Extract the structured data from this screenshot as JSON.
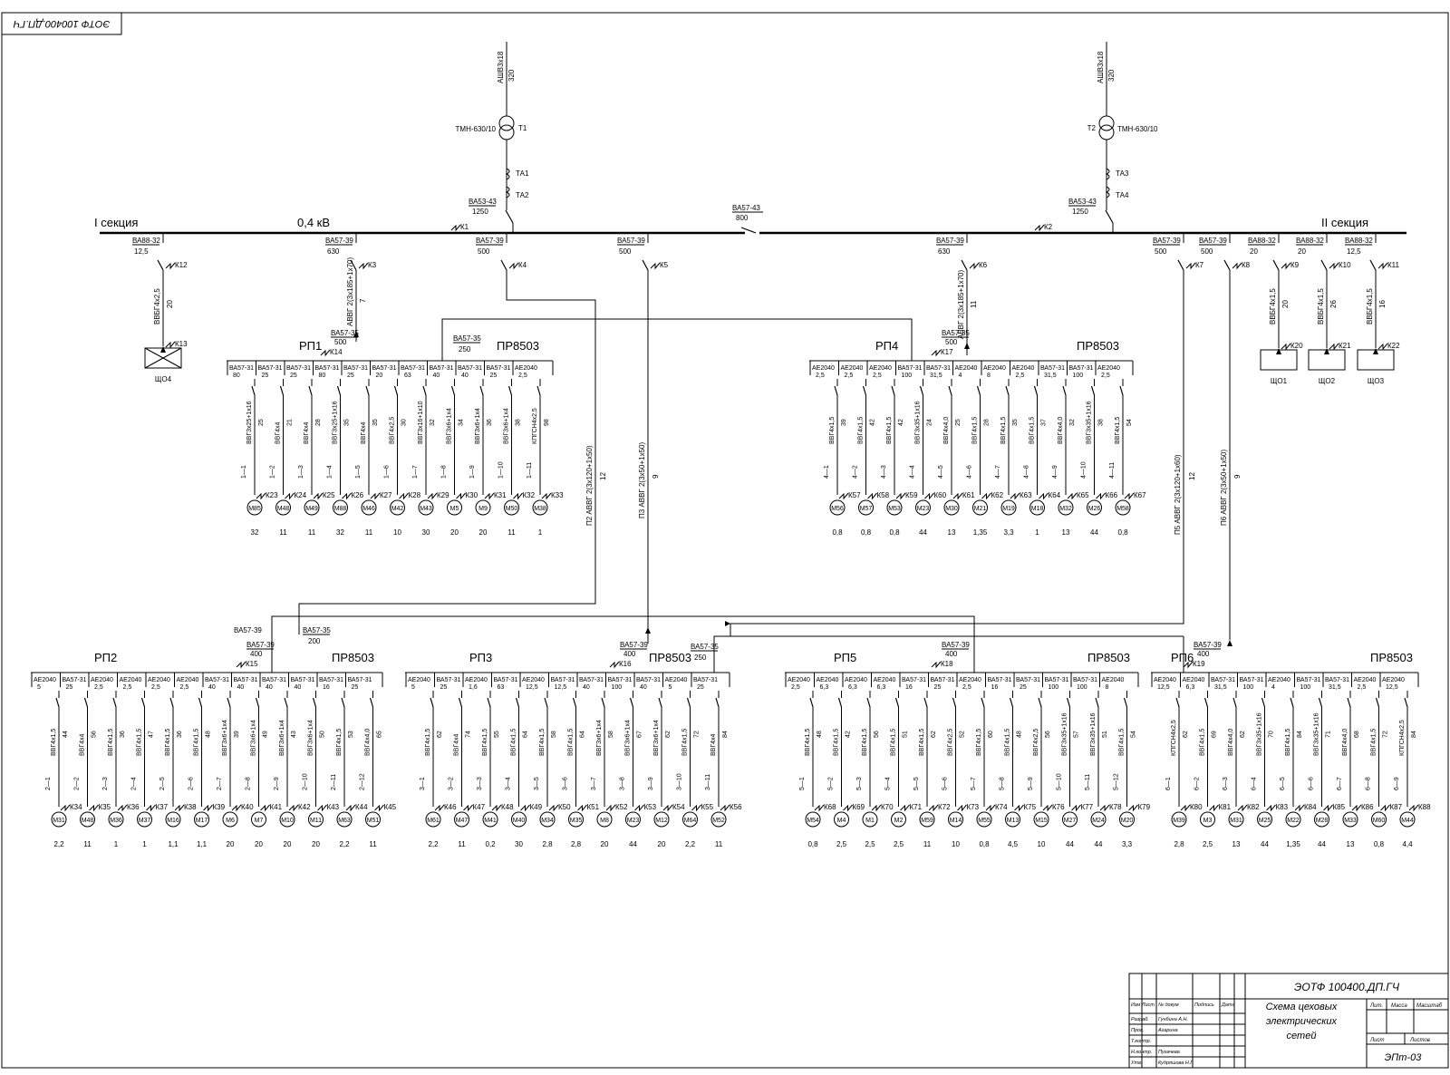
{
  "stamp": "ЭОТФ 100400.ДП.ГЧ",
  "buses": {
    "section1": "I  секция",
    "voltage": "0,4  кВ",
    "section2": "II  секция"
  },
  "inputs": [
    {
      "cable": "АШВ3х18",
      "length": "320",
      "transformer": "Т1",
      "transformer_type": "ТМН-630/10",
      "ct_a": "ТА1",
      "ct_b": "ТА2",
      "breaker": "ВА53-43",
      "rating": "1250",
      "fault": "К1"
    },
    {
      "cable": "АШВ3х18",
      "length": "320",
      "transformer": "Т2",
      "transformer_type": "ТМН-630/10",
      "ct_a": "ТА3",
      "ct_b": "ТА4",
      "breaker": "ВА53-43",
      "rating": "1250",
      "fault": "К2"
    }
  ],
  "sectional": {
    "breaker": "ВА57-43",
    "rating": "800"
  },
  "feeders": [
    {
      "breaker": "ВА88-32",
      "rating": "12,5",
      "fault": "К12",
      "cable": "ВВБГ4х2,5",
      "length": "20",
      "fault2": "К13",
      "load": "ЩО4"
    },
    {
      "breaker": "ВА57-39",
      "rating": "630",
      "fault": "К3",
      "cable": "АВВГ 2(3х185+1х70)",
      "length": "7"
    },
    {
      "breaker": "ВА57-39",
      "rating": "500",
      "fault": "К4"
    },
    {
      "breaker": "ВА57-39",
      "rating": "500",
      "fault": "К5",
      "cable": "П3  АВВГ 2(3х50+1х50)",
      "length": "9"
    },
    {
      "breaker": "ВА57-39",
      "rating": "630",
      "fault": "К6",
      "cable": "АВВГ 2(3х185+1х70)",
      "length": "11"
    },
    {
      "breaker": "ВА57-39",
      "rating": "500",
      "fault": "К7",
      "cable": "П5  АВВГ 2(3х120+1х60)",
      "length": "12"
    },
    {
      "breaker": "ВА57-39",
      "rating": "500",
      "fault": "К8",
      "cable": "П6  АВВГ 2(3х50+1х50)",
      "length": "9"
    },
    {
      "breaker": "ВА88-32",
      "rating": "20",
      "fault": "К9",
      "cable": "ВВБГ4х1,5",
      "length": "20",
      "fault2": "К20",
      "load": "ЩО1"
    },
    {
      "breaker": "ВА88-32",
      "rating": "20",
      "fault": "К10",
      "cable": "ВВБГ4х1,5",
      "length": "26",
      "fault2": "К21",
      "load": "ЩО2"
    },
    {
      "breaker": "ВА88-32",
      "rating": "12,5",
      "fault": "К11",
      "cable": "ВВБГ4х1,5",
      "length": "16",
      "fault2": "К22",
      "load": "ЩО3"
    }
  ],
  "cable_p2": {
    "label": "П2  АВВГ 2(3х120+1х50)",
    "length": "12"
  },
  "panels": [
    {
      "name": "РП1",
      "type": "ПР8503",
      "in_breaker": "ВА57-35",
      "in_rating": "500",
      "fault": "К14",
      "aux_breaker": "ВА57-35",
      "aux_rating": "250",
      "branches": [
        {
          "br": "ВА57-31",
          "a": "80",
          "cable": "ВВГ3х25+1х16",
          "len": "25",
          "line": "1—1",
          "k": "К23",
          "m": "М85",
          "p": "32"
        },
        {
          "br": "ВА57-31",
          "a": "25",
          "cable": "ВВГ4х4",
          "len": "21",
          "line": "1—2",
          "k": "К24",
          "m": "М48",
          "p": "11"
        },
        {
          "br": "ВА57-31",
          "a": "25",
          "cable": "ВВГ4х4",
          "len": "28",
          "line": "1—3",
          "k": "К25",
          "m": "М49",
          "p": "11"
        },
        {
          "br": "ВА57-31",
          "a": "80",
          "cable": "ВВГ3х25+1х16",
          "len": "35",
          "line": "1—4",
          "k": "К26",
          "m": "М88",
          "p": "32"
        },
        {
          "br": "ВА57-31",
          "a": "25",
          "cable": "ВВГ4х4",
          "len": "35",
          "line": "1—5",
          "k": "К27",
          "m": "М46",
          "p": "11"
        },
        {
          "br": "ВА57-31",
          "a": "20",
          "cable": "ВВГ4х2,5",
          "len": "30",
          "line": "1—6",
          "k": "К28",
          "m": "М42",
          "p": "10"
        },
        {
          "br": "ВА57-31",
          "a": "63",
          "cable": "ВВГ3х16+1х10",
          "len": "32",
          "line": "1—7",
          "k": "К29",
          "m": "М43",
          "p": "30"
        },
        {
          "br": "ВА57-31",
          "a": "40",
          "cable": "ВВГ3х6+1х4",
          "len": "34",
          "line": "1—8",
          "k": "К30",
          "m": "М5",
          "p": "20"
        },
        {
          "br": "ВА57-31",
          "a": "40",
          "cable": "ВВГ3х6+1х4",
          "len": "36",
          "line": "1—9",
          "k": "К31",
          "m": "М9",
          "p": "20"
        },
        {
          "br": "ВА57-31",
          "a": "25",
          "cable": "ВВГ3х6+1х4",
          "len": "38",
          "line": "1—10",
          "k": "К32",
          "m": "М50",
          "p": "11"
        },
        {
          "br": "АЕ2040",
          "a": "2,5",
          "cable": "КПГСН4х2,5",
          "len": "98",
          "line": "1—11",
          "k": "К33",
          "m": "М38",
          "p": "1"
        }
      ]
    },
    {
      "name": "РП4",
      "type": "ПР8503",
      "in_breaker": "ВА57-35",
      "in_rating": "500",
      "fault": "К17",
      "branches": [
        {
          "br": "АЕ2040",
          "a": "2,5",
          "cable": "ВВГ4х1,5",
          "len": "39",
          "line": "4—1",
          "k": "К57",
          "m": "М56",
          "p": "0,8"
        },
        {
          "br": "АЕ2040",
          "a": "2,5",
          "cable": "ВВГ4х1,5",
          "len": "42",
          "line": "4—2",
          "k": "К58",
          "m": "М57",
          "p": "0,8"
        },
        {
          "br": "АЕ2040",
          "a": "2,5",
          "cable": "ВВГ4х1,5",
          "len": "42",
          "line": "4—3",
          "k": "К59",
          "m": "М53",
          "p": "0,8"
        },
        {
          "br": "ВА57-31",
          "a": "100",
          "cable": "ВВГ3х35+1х16",
          "len": "24",
          "line": "4—4",
          "k": "К60",
          "m": "М23",
          "p": "44"
        },
        {
          "br": "ВА57-31",
          "a": "31,5",
          "cable": "ВВГ4х4,0",
          "len": "25",
          "line": "4—5",
          "k": "К61",
          "m": "М30",
          "p": "13"
        },
        {
          "br": "АЕ2040",
          "a": "4",
          "cable": "ВВГ4х1,5",
          "len": "28",
          "line": "4—6",
          "k": "К62",
          "m": "М21",
          "p": "1,35"
        },
        {
          "br": "АЕ2040",
          "a": "8",
          "cable": "ВВГ4х1,5",
          "len": "35",
          "line": "4—7",
          "k": "К63",
          "m": "М19",
          "p": "3,3"
        },
        {
          "br": "АЕ2040",
          "a": "2,5",
          "cable": "ВВГ4х1,5",
          "len": "37",
          "line": "4—8",
          "k": "К64",
          "m": "М18",
          "p": "1"
        },
        {
          "br": "ВА57-31",
          "a": "31,5",
          "cable": "ВВГ4х4,0",
          "len": "32",
          "line": "4—9",
          "k": "К65",
          "m": "М32",
          "p": "13"
        },
        {
          "br": "ВА57-31",
          "a": "100",
          "cable": "ВВГ3х35+1х16",
          "len": "38",
          "line": "4—10",
          "k": "К66",
          "m": "М26",
          "p": "44"
        },
        {
          "br": "АЕ2040",
          "a": "2,5",
          "cable": "ВВГ4х1,5",
          "len": "54",
          "line": "4—11",
          "k": "К67",
          "m": "М58",
          "p": "0,8"
        }
      ]
    },
    {
      "name": "РП2",
      "type": "ПР8503",
      "in_breaker": "ВА57-39",
      "in_rating": "400",
      "fault": "К15",
      "aux_breaker": "ВА57-35",
      "aux_rating": "200",
      "branches": [
        {
          "br": "АЕ2040",
          "a": "5",
          "cable": "ВВГ4х1,5",
          "len": "44",
          "line": "2—1",
          "k": "К34",
          "m": "М31",
          "p": "2,2"
        },
        {
          "br": "ВА57-31",
          "a": "25",
          "cable": "ВВГ4х4",
          "len": "56",
          "line": "2—2",
          "k": "К35",
          "m": "М48",
          "p": "11"
        },
        {
          "br": "АЕ2040",
          "a": "2,5",
          "cable": "ВВГ4х1,5",
          "len": "36",
          "line": "2—3",
          "k": "К36",
          "m": "М36",
          "p": "1"
        },
        {
          "br": "АЕ2040",
          "a": "2,5",
          "cable": "ВВГ4х1,5",
          "len": "47",
          "line": "2—4",
          "k": "К37",
          "m": "М37",
          "p": "1"
        },
        {
          "br": "АЕ2040",
          "a": "2,5",
          "cable": "ВВГ4х1,5",
          "len": "36",
          "line": "2—5",
          "k": "К38",
          "m": "М16",
          "p": "1,1"
        },
        {
          "br": "АЕ2040",
          "a": "2,5",
          "cable": "ВВГ4х1,5",
          "len": "48",
          "line": "2—6",
          "k": "К39",
          "m": "М17",
          "p": "1,1"
        },
        {
          "br": "ВА57-31",
          "a": "40",
          "cable": "ВВГ3х6+1х4",
          "len": "39",
          "line": "2—7",
          "k": "К40",
          "m": "М6",
          "p": "20"
        },
        {
          "br": "ВА57-31",
          "a": "40",
          "cable": "ВВГ3х6+1х4",
          "len": "49",
          "line": "2—8",
          "k": "К41",
          "m": "М7",
          "p": "20"
        },
        {
          "br": "ВА57-31",
          "a": "40",
          "cable": "ВВГ3х6+1х4",
          "len": "43",
          "line": "2—9",
          "k": "К42",
          "m": "М10",
          "p": "20"
        },
        {
          "br": "ВА57-31",
          "a": "40",
          "cable": "ВВГ3х6+1х4",
          "len": "50",
          "line": "2—10",
          "k": "К43",
          "m": "М11",
          "p": "20"
        },
        {
          "br": "ВА57-31",
          "a": "16",
          "cable": "ВВГ4х1,5",
          "len": "53",
          "line": "2—11",
          "k": "К44",
          "m": "М63",
          "p": "2,2"
        },
        {
          "br": "ВА57-31",
          "a": "25",
          "cable": "ВВГ4х4,0",
          "len": "65",
          "line": "2—12",
          "k": "К45",
          "m": "М51",
          "p": "11"
        }
      ]
    },
    {
      "name": "РП3",
      "type": "ПР8503",
      "in_breaker": "ВА57-39",
      "in_rating": "400",
      "fault": "К16",
      "aux_breaker": "ВА57-35",
      "aux_rating": "250",
      "branches": [
        {
          "br": "АЕ2040",
          "a": "5",
          "cable": "ВВГ4х1,5",
          "len": "62",
          "line": "3—1",
          "k": "К46",
          "m": "М61",
          "p": "2,2"
        },
        {
          "br": "ВА57-31",
          "a": "25",
          "cable": "ВВГ4х4",
          "len": "74",
          "line": "3—2",
          "k": "К47",
          "m": "М47",
          "p": "11"
        },
        {
          "br": "АЕ2040",
          "a": "1,6",
          "cable": "ВВГ4х1,5",
          "len": "55",
          "line": "3—3",
          "k": "К48",
          "m": "М41",
          "p": "0,2"
        },
        {
          "br": "ВА57-31",
          "a": "63",
          "cable": "ВВГ4х1,5",
          "len": "64",
          "line": "3—4",
          "k": "К49",
          "m": "М40",
          "p": "30"
        },
        {
          "br": "АЕ2040",
          "a": "12,5",
          "cable": "ВВГ4х1,5",
          "len": "58",
          "line": "3—5",
          "k": "К50",
          "m": "М34",
          "p": "2,8"
        },
        {
          "br": "ВА57-31",
          "a": "12,5",
          "cable": "ВВГ4х1,5",
          "len": "64",
          "line": "3—6",
          "k": "К51",
          "m": "М35",
          "p": "2,8"
        },
        {
          "br": "ВА57-31",
          "a": "40",
          "cable": "ВВГ3х6+1х4",
          "len": "58",
          "line": "3—7",
          "k": "К52",
          "m": "М8",
          "p": "20"
        },
        {
          "br": "ВА57-31",
          "a": "100",
          "cable": "ВВГ3х6+1х4",
          "len": "67",
          "line": "3—8",
          "k": "К53",
          "m": "М23",
          "p": "44"
        },
        {
          "br": "ВА57-31",
          "a": "40",
          "cable": "ВВГ3х6+1х4",
          "len": "62",
          "line": "3—9",
          "k": "К54",
          "m": "М12",
          "p": "20"
        },
        {
          "br": "АЕ2040",
          "a": "5",
          "cable": "ВВГ4х1,5",
          "len": "72",
          "line": "3—10",
          "k": "К55",
          "m": "М64",
          "p": "2,2"
        },
        {
          "br": "ВА57-31",
          "a": "25",
          "cable": "ВВГ4х4",
          "len": "84",
          "line": "3—11",
          "k": "К56",
          "m": "М52",
          "p": "11"
        }
      ]
    },
    {
      "name": "РП5",
      "type": "ПР8503",
      "in_breaker": "ВА57-39",
      "in_rating": "400",
      "fault": "К18",
      "branches": [
        {
          "br": "АЕ2040",
          "a": "2,5",
          "cable": "ВВГ4х1,5",
          "len": "48",
          "line": "5—1",
          "k": "К68",
          "m": "М54",
          "p": "0,8"
        },
        {
          "br": "АЕ2040",
          "a": "6,3",
          "cable": "ВВГ4х1,5",
          "len": "42",
          "line": "5—2",
          "k": "К69",
          "m": "М4",
          "p": "2,5"
        },
        {
          "br": "АЕ2040",
          "a": "6,3",
          "cable": "ВВГ4х1,5",
          "len": "56",
          "line": "5—3",
          "k": "К70",
          "m": "М1",
          "p": "2,5"
        },
        {
          "br": "АЕ2040",
          "a": "6,3",
          "cable": "ВВГ4х1,5",
          "len": "51",
          "line": "5—4",
          "k": "К71",
          "m": "М2",
          "p": "2,5"
        },
        {
          "br": "ВА57-31",
          "a": "16",
          "cable": "ВВГ4х1,5",
          "len": "62",
          "line": "5—5",
          "k": "К72",
          "m": "М59",
          "p": "11"
        },
        {
          "br": "ВА57-31",
          "a": "25",
          "cable": "ВВГ4х2,5",
          "len": "52",
          "line": "5—6",
          "k": "К73",
          "m": "М14",
          "p": "10"
        },
        {
          "br": "АЕ2040",
          "a": "2,5",
          "cable": "ВВГ4х1,5",
          "len": "60",
          "line": "5—7",
          "k": "К74",
          "m": "М55",
          "p": "0,8"
        },
        {
          "br": "ВА57-31",
          "a": "16",
          "cable": "ВВГ4х1,5",
          "len": "48",
          "line": "5—8",
          "k": "К75",
          "m": "М13",
          "p": "4,5"
        },
        {
          "br": "ВА57-31",
          "a": "25",
          "cable": "ВВГ4х2,5",
          "len": "56",
          "line": "5—9",
          "k": "К76",
          "m": "М15",
          "p": "10"
        },
        {
          "br": "ВА57-31",
          "a": "100",
          "cable": "ВВГ3х35+1х16",
          "len": "57",
          "line": "5—10",
          "k": "К77",
          "m": "М27",
          "p": "44"
        },
        {
          "br": "ВА57-31",
          "a": "100",
          "cable": "ВВГ3х35+1х16",
          "len": "51",
          "line": "5—11",
          "k": "К78",
          "m": "М24",
          "p": "44"
        },
        {
          "br": "АЕ2040",
          "a": "8",
          "cable": "ВВГ4х1,5",
          "len": "54",
          "line": "5—12",
          "k": "К79",
          "m": "М20",
          "p": "3,3"
        }
      ]
    },
    {
      "name": "РП6",
      "type": "ПР8503",
      "in_breaker": "ВА57-39",
      "in_rating": "400",
      "fault": "К19",
      "branches": [
        {
          "br": "АЕ2040",
          "a": "12,5",
          "cable": "КПГСН4х2,5",
          "len": "62",
          "line": "6—1",
          "k": "К80",
          "m": "М39",
          "p": "2,8"
        },
        {
          "br": "АЕ2040",
          "a": "6,3",
          "cable": "ВВГ4х1,5",
          "len": "69",
          "line": "6—2",
          "k": "К81",
          "m": "М3",
          "p": "2,5"
        },
        {
          "br": "ВА57-31",
          "a": "31,5",
          "cable": "ВВГ4х4,0",
          "len": "62",
          "line": "6—3",
          "k": "К82",
          "m": "М31",
          "p": "13"
        },
        {
          "br": "ВА57-31",
          "a": "100",
          "cable": "ВВГ3х35+1х16",
          "len": "70",
          "line": "6—4",
          "k": "К83",
          "m": "М25",
          "p": "44"
        },
        {
          "br": "АЕ2040",
          "a": "4",
          "cable": "ВВГ4х1,5",
          "len": "84",
          "line": "6—5",
          "k": "К84",
          "m": "М22",
          "p": "1,35"
        },
        {
          "br": "ВА57-31",
          "a": "100",
          "cable": "ВВГ3х35+1х16",
          "len": "71",
          "line": "6—6",
          "k": "К85",
          "m": "М28",
          "p": "44"
        },
        {
          "br": "ВА57-31",
          "a": "31,5",
          "cable": "ВВГ4х4,0",
          "len": "68",
          "line": "6—7",
          "k": "К86",
          "m": "М33",
          "p": "13"
        },
        {
          "br": "АЕ2040",
          "a": "2,5",
          "cable": "ВВГ4х1,5",
          "len": "72",
          "line": "6—8",
          "k": "К87",
          "m": "М60",
          "p": "0,8"
        },
        {
          "br": "АЕ2040",
          "a": "12,5",
          "cable": "КПГСН4х2,5",
          "len": "84",
          "line": "6—9",
          "k": "К88",
          "m": "М44",
          "p": "4,4"
        }
      ]
    }
  ],
  "title_block": {
    "doc": "ЭОТФ 100400.ДП.ГЧ",
    "title_1": "Схема цеховых",
    "title_2": "электрических",
    "title_3": "сетей",
    "group": "ЭПт-03",
    "h_lit": "Лит.",
    "h_mass": "Масса",
    "h_scale": "Масштаб",
    "h_sheet": "Лист",
    "h_sheets": "Листов",
    "rows": [
      [
        "Изм Лист",
        "№ докум",
        "Подпись",
        "Дата"
      ],
      [
        "Разраб.",
        "Гунбина А.Н."
      ],
      [
        "Пров.",
        "Агарина"
      ],
      [
        "Т.контр.",
        ""
      ],
      [
        "Н.контр.",
        "Пугачева"
      ],
      [
        "Утв.",
        "Кудряшова Н.Г."
      ]
    ]
  }
}
